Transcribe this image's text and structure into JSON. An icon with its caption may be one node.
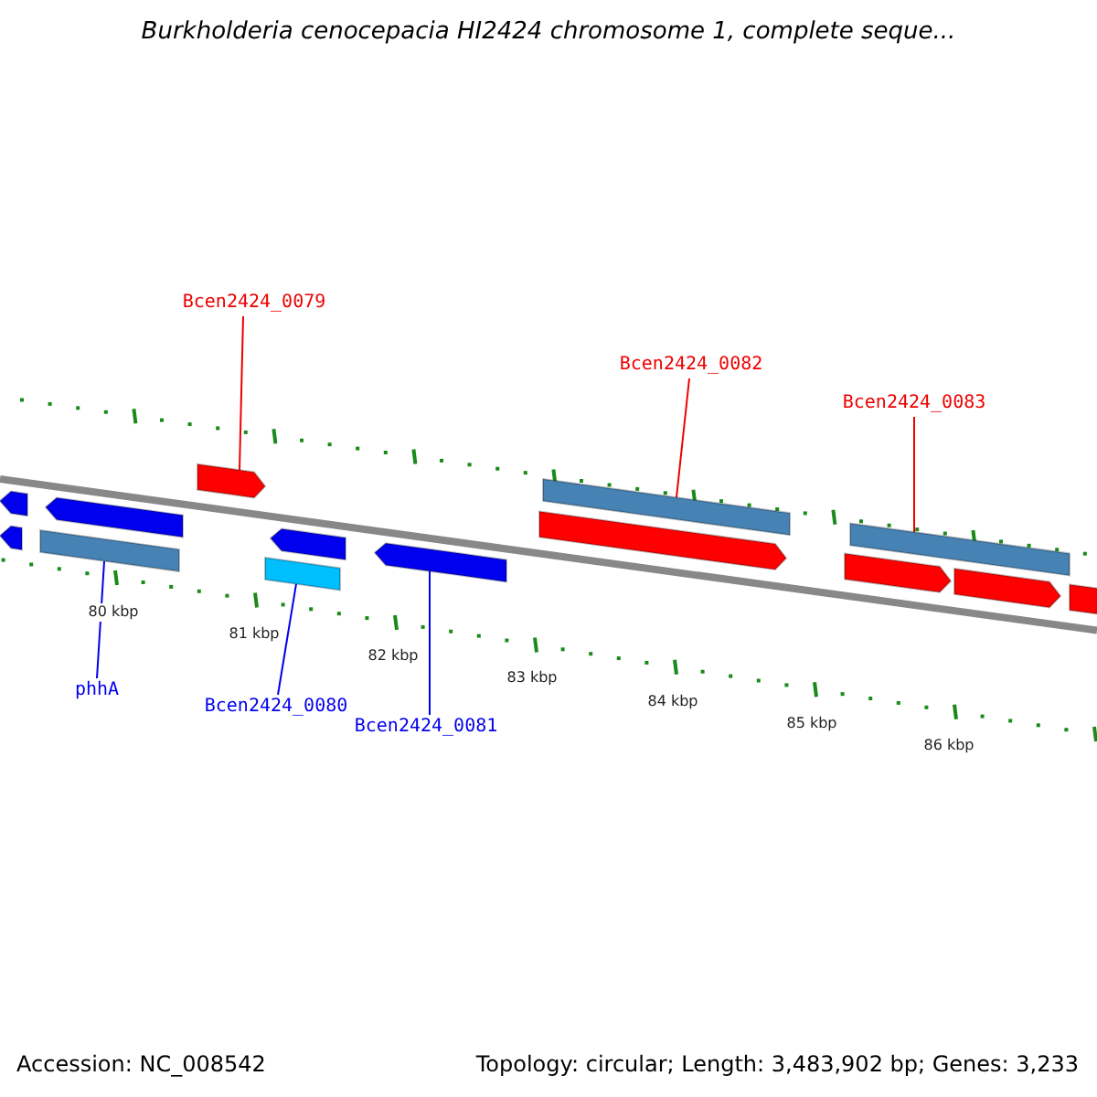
{
  "diagram": {
    "title": "Burkholderia cenocepacia HI2424 chromosome 1, complete seque...",
    "nodes": [
      {
        "text": [
          "Bcen2424_0079"
        ]
      },
      {
        "text": [],
        "shape": "bar"
      },
      {
        "text": [
          "Bcen2424_0082"
        ]
      },
      {
        "text": [],
        "shape": "bar"
      },
      {
        "text": [
          "Bcen2424_0083"
        ]
      },
      {
        "text": [],
        "shape": "bar"
      },
      {
        "text": [
          "phhA"
        ]
      },
      {
        "text": [],
        "shape": "bar"
      },
      {
        "text": [
          "Bcen2424_0080"
        ]
      },
      {
        "text": [],
        "shape": "bar"
      },
      {
        "text": [
          "Bcen2424_0081"
        ]
      },
      {
        "text": [],
        "shape": "bar"
      },
      {
        "text": [],
        "shape": "bar"
      },
      {
        "text": [],
        "shape": "bar"
      },
      {
        "text": [],
        "shape": "bar"
      },
      {
        "text": [],
        "shape": "bar"
      },
      {
        "text": [],
        "shape": "bar"
      },
      {
        "text": [],
        "shape": "bar"
      },
      {
        "text": [],
        "shape": "bar"
      },
      {
        "text": [],
        "shape": "bar"
      }
    ],
    "edges": [
      {
        "from": 0,
        "to": 1,
        "arrow": "none"
      },
      {
        "from": 2,
        "to": 3,
        "arrow": "none"
      },
      {
        "from": 4,
        "to": 5,
        "arrow": "none"
      },
      {
        "from": 6,
        "to": 7,
        "arrow": "none",
        "color": "#0000ee"
      },
      {
        "from": 8,
        "to": 9,
        "arrow": "none",
        "color": "#0000ee"
      },
      {
        "from": 10,
        "to": 11,
        "arrow": "none",
        "color": "#0000ee"
      }
    ],
    "labels": [
      "80 kbp",
      "81 kbp",
      "82 kbp",
      "83 kbp",
      "84 kbp",
      "85 kbp",
      "86 kbp",
      "Accession: NC_008542",
      "Topology: circular; Length: 3,483,902 bp; Genes: 3,233"
    ]
  }
}
